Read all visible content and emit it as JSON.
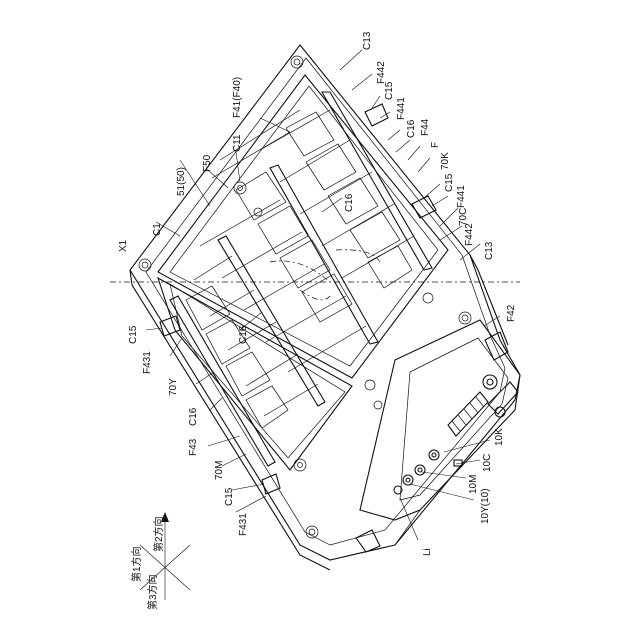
{
  "figure": {
    "labels": {
      "c13_top": "C13",
      "f442_top": "F442",
      "c15_top": "C15",
      "f441_top": "F441",
      "f41": "F41(F40)",
      "c16_top": "C16",
      "f44": "F44",
      "f": "F",
      "k70": "70K",
      "c15_mid": "C15",
      "f441_mid": "F441",
      "c11": "C11",
      "f50": "F50",
      "s51": "51(50)",
      "c16_inner": "C16",
      "c70": "70C",
      "f442_mid": "F442",
      "c13_mid": "C13",
      "c1": "C1",
      "x1": "X1",
      "f42": "F42",
      "c15_left": "C15",
      "c16_left": "C16",
      "f431_top": "F431",
      "y70": "70Y",
      "c16_low": "C16",
      "f43": "F43",
      "m70": "70M",
      "c15_bottom": "C15",
      "f431_bottom": "F431",
      "k10": "10K",
      "c10": "10C",
      "m10": "10M",
      "y10": "10Y(10)",
      "li": "Li"
    },
    "axes": {
      "dir1": "第1方向",
      "dir2": "第2方向",
      "dir3": "第3方向"
    }
  }
}
